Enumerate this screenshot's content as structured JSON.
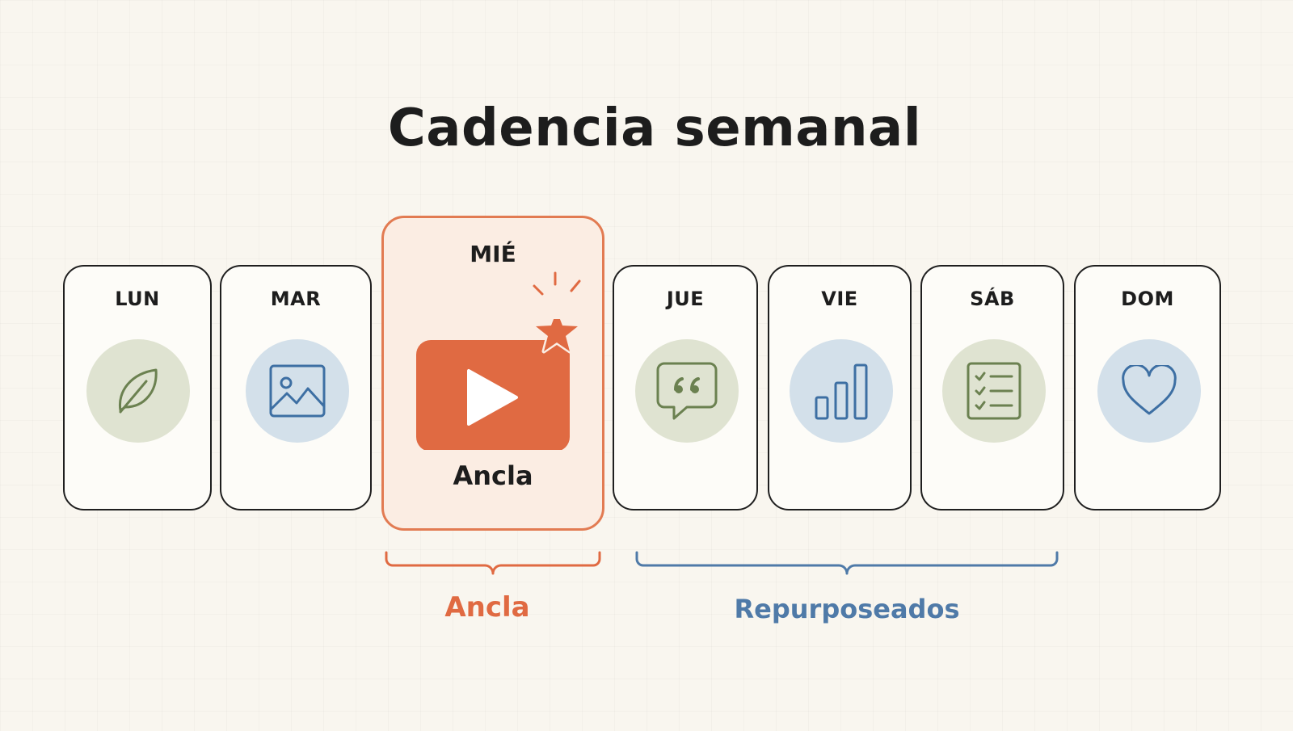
{
  "title": "Cadencia semanal",
  "colors": {
    "anchor": "#e06a42",
    "repurposed": "#4f7aa8",
    "green_circle": "#dfe3d1",
    "blue_circle": "#d3e0ea",
    "green_icon": "#6b8150",
    "blue_icon": "#3d6fa3"
  },
  "days": [
    {
      "label": "LUN",
      "icon": "leaf-icon",
      "tone": "green"
    },
    {
      "label": "MAR",
      "icon": "image-icon",
      "tone": "blue"
    },
    {
      "label": "MIÉ",
      "icon": "video-play-star-icon",
      "tone": "anchor",
      "caption": "Ancla"
    },
    {
      "label": "JUE",
      "icon": "quote-bubble-icon",
      "tone": "green"
    },
    {
      "label": "VIE",
      "icon": "bar-chart-icon",
      "tone": "blue"
    },
    {
      "label": "SÁB",
      "icon": "checklist-icon",
      "tone": "green"
    },
    {
      "label": "DOM",
      "icon": "heart-icon",
      "tone": "blue"
    }
  ],
  "groups": {
    "anchor": "Ancla",
    "repurposed": "Repurposeados"
  }
}
